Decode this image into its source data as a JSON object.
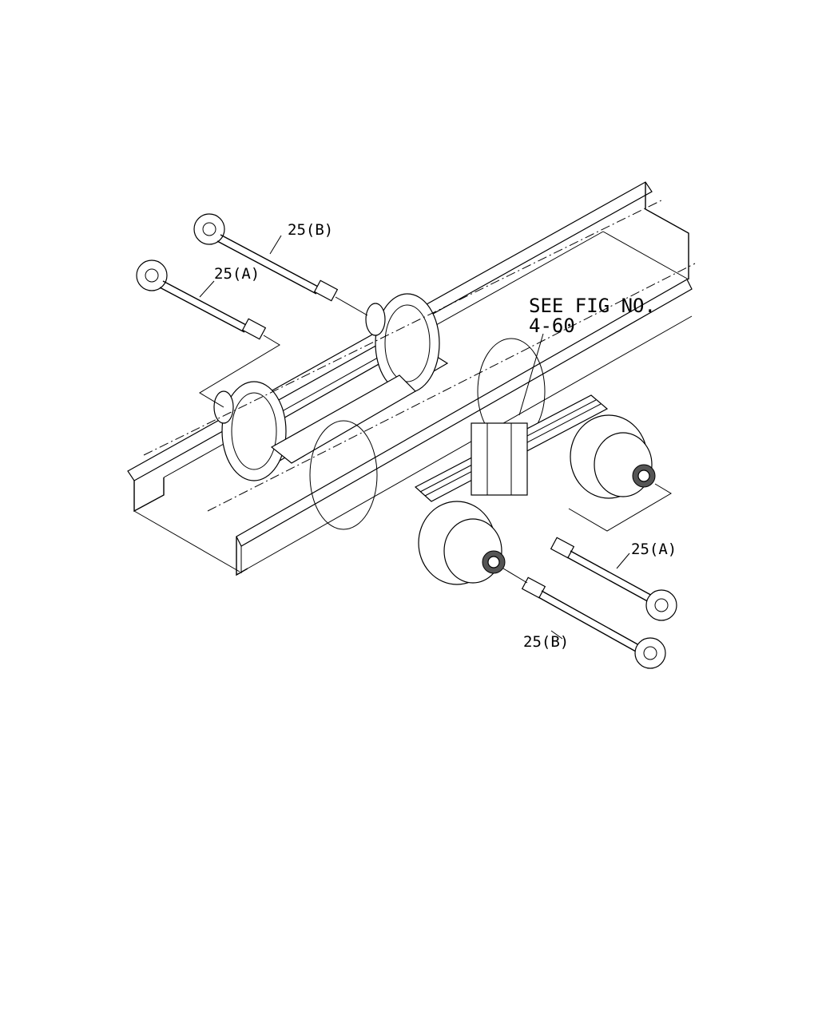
{
  "figure": {
    "callouts": {
      "shaft_upper_b": "25(B)",
      "shaft_upper_a": "25(A)",
      "shaft_lower_a": "25(A)",
      "shaft_lower_b": "25(B)",
      "see_fig_line1": "SEE FIG NO.",
      "see_fig_line2": "4-60"
    }
  }
}
